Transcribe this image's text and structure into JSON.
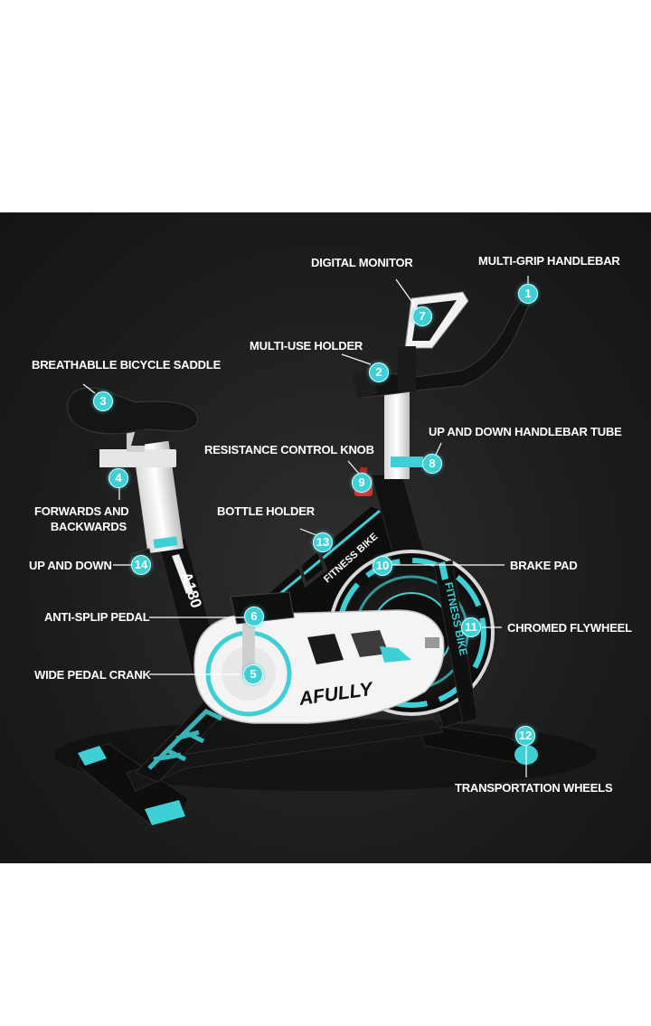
{
  "colors": {
    "accent": "#3fd0d6",
    "background": "#1c1c1c",
    "frame": "#111111",
    "cover": "#f2f2f2"
  },
  "branding": {
    "brand": "AFULLY",
    "model": "A180",
    "frame_text": "FITNESS BIKE",
    "flywheel_text": "FITNESS BIKE"
  },
  "callouts": [
    {
      "number": "1",
      "label": "MULTI-GRIP HANDLEBAR"
    },
    {
      "number": "2",
      "label": "MULTI-USE HOLDER"
    },
    {
      "number": "3",
      "label": "BREATHABLLE BICYCLE SADDLE"
    },
    {
      "number": "4",
      "label": "FORWARDS AND BACKWARDS"
    },
    {
      "number": "5",
      "label": "WIDE PEDAL CRANK"
    },
    {
      "number": "6",
      "label": "ANTI-SPLIP PEDAL"
    },
    {
      "number": "7",
      "label": "DIGITAL MONITOR"
    },
    {
      "number": "8",
      "label": "UP AND DOWN HANDLEBAR TUBE"
    },
    {
      "number": "9",
      "label": "RESISTANCE CONTROL KNOB"
    },
    {
      "number": "10",
      "label": "BRAKE PAD"
    },
    {
      "number": "11",
      "label": "CHROMED FLYWHEEL"
    },
    {
      "number": "12",
      "label": "TRANSPORTATION WHEELS"
    },
    {
      "number": "13",
      "label": "BOTTLE HOLDER"
    },
    {
      "number": "14",
      "label": "UP AND DOWN"
    }
  ],
  "labels_split": {
    "forwards_line1": "FORWARDS AND",
    "forwards_line2": "BACKWARDS"
  }
}
